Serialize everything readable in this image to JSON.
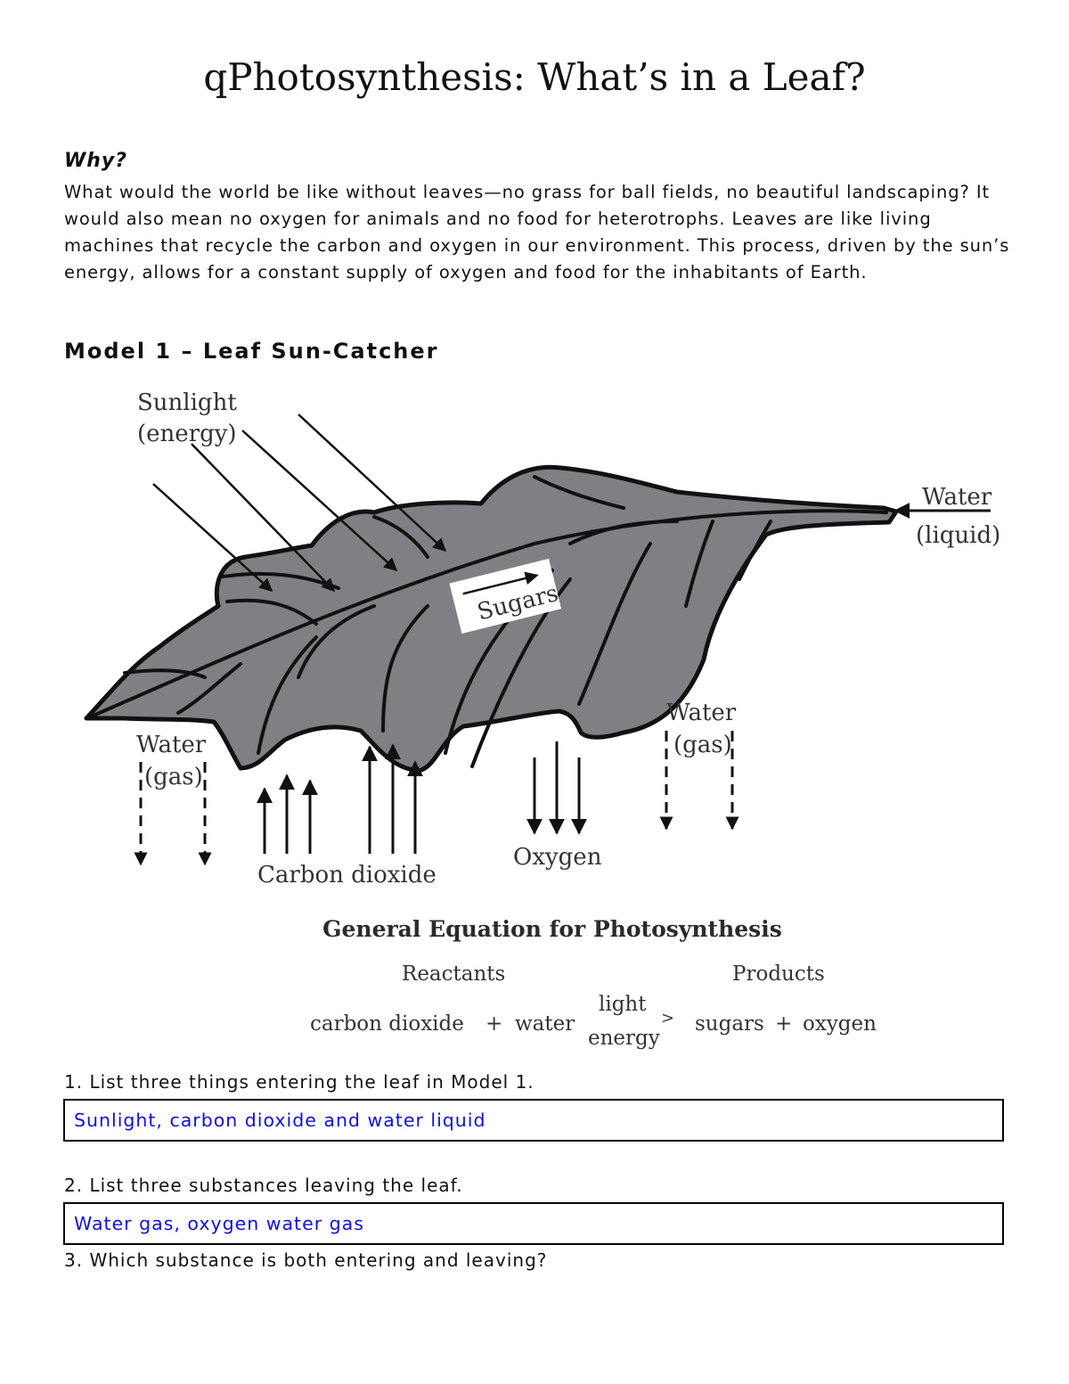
{
  "title": "qPhotosynthesis: What’s in a Leaf?",
  "why": {
    "heading": "Why?",
    "text": "What would the world be like without leaves—no grass for ball fields, no beautiful landscaping? It would also mean no oxygen for animals and no food for heterotrophs. Leaves are like living machines that recycle the carbon and oxygen in our environment. This process, driven by the sun’s energy, allows for a constant supply of oxygen and food for the inhabitants of Earth."
  },
  "model1": {
    "heading": "Model 1 – Leaf Sun-Catcher",
    "labels": {
      "sunlight": "Sunlight",
      "energy": "(energy)",
      "water": "Water",
      "liquid": "(liquid)",
      "sugars": "Sugars",
      "water_gas_left": "Water",
      "gas_left": "(gas)",
      "water_gas_right": "Water",
      "gas_right": "(gas)",
      "carbon_dioxide": "Carbon dioxide",
      "oxygen": "Oxygen"
    },
    "leaf_color": "#7f8083"
  },
  "equation": {
    "title": "General Equation for Photosynthesis",
    "reactants_label": "Reactants",
    "products_label": "Products",
    "reactant1": "carbon dioxide",
    "plus1": "+",
    "reactant2": "water",
    "light": "light",
    "energy": "energy",
    "arrow": ">",
    "product1": "sugars",
    "plus2": "+",
    "product2": "oxygen"
  },
  "questions": [
    {
      "prompt": "1. List three things entering the leaf in Model 1.",
      "answer": "Sunlight, carbon dioxide and water liquid"
    },
    {
      "prompt": "2. List three substances leaving the leaf.",
      "answer": "Water gas, oxygen water gas"
    },
    {
      "prompt": "3. Which substance is both entering and leaving?"
    }
  ],
  "answer_color": "#1010e0"
}
